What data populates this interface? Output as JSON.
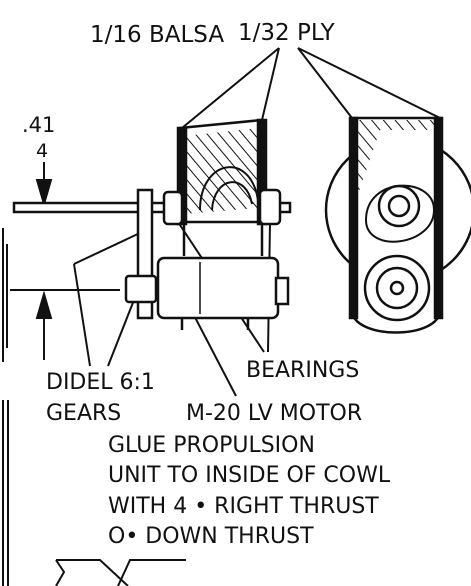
{
  "labels": {
    "balsa": "1/16 BALSA",
    "ply": "1/32 PLY",
    "dim_value": ".41",
    "dim_sub": "4",
    "bearings": "BEARINGS",
    "gears_line1": "DIDEL 6:1",
    "gears_line2": "GEARS",
    "motor": "M-20 LV MOTOR"
  },
  "note": {
    "line1": "GLUE PROPULSION",
    "line2": "UNIT TO INSIDE OF COWL",
    "line3": "WITH 4 • RIGHT THRUST",
    "line4": "O• DOWN THRUST"
  }
}
